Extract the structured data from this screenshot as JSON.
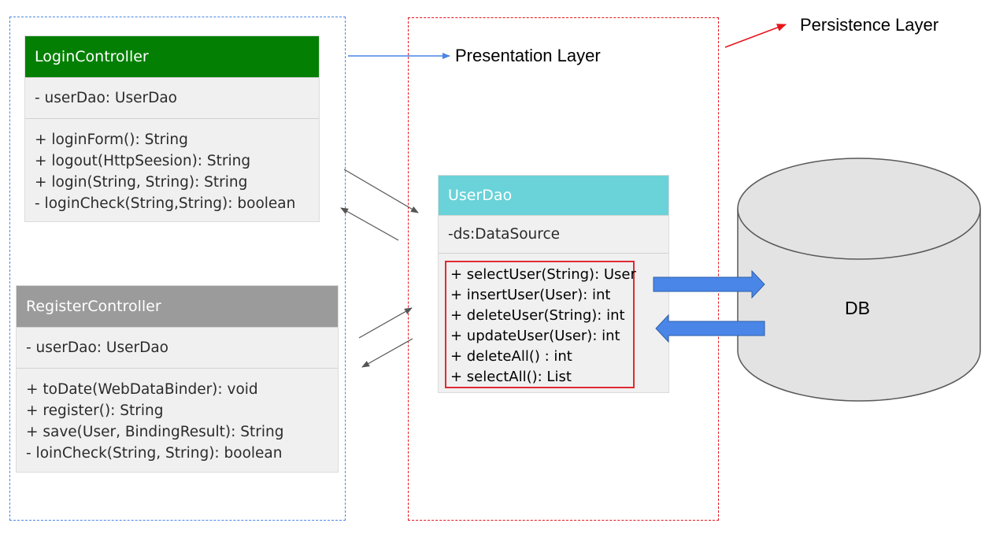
{
  "labels": {
    "presentation_layer": "Presentation Layer",
    "persistence_layer": "Persistence Layer",
    "db": "DB"
  },
  "login_controller": {
    "name": "LoginController",
    "attributes": [
      "- userDao: UserDao"
    ],
    "operations": [
      "+ loginForm(): String",
      "+ logout(HttpSeesion): String",
      "+ login(String, String): String",
      "- loginCheck(String,String): boolean"
    ]
  },
  "register_controller": {
    "name": "RegisterController",
    "attributes": [
      "- userDao: UserDao"
    ],
    "operations": [
      "+ toDate(WebDataBinder): void",
      "+ register(): String",
      "+ save(User, BindingResult): String",
      "-  loinCheck(String, String): boolean"
    ]
  },
  "user_dao": {
    "name": "UserDao",
    "attributes": [
      "-ds:DataSource"
    ],
    "operations": [
      "+ selectUser(String): User",
      "+ insertUser(User): int",
      "+ deleteUser(String): int",
      "+ updateUser(User): int",
      "+ deleteAll() : int",
      "+ selectAll(): List"
    ]
  },
  "colors": {
    "login_header": "#038003",
    "register_header": "#9b9b9b",
    "userdao_header": "#69d3d9",
    "presentation_border": "#4a86e8",
    "persistence_border": "#e8141b",
    "db_arrow": "#4a86e8"
  }
}
